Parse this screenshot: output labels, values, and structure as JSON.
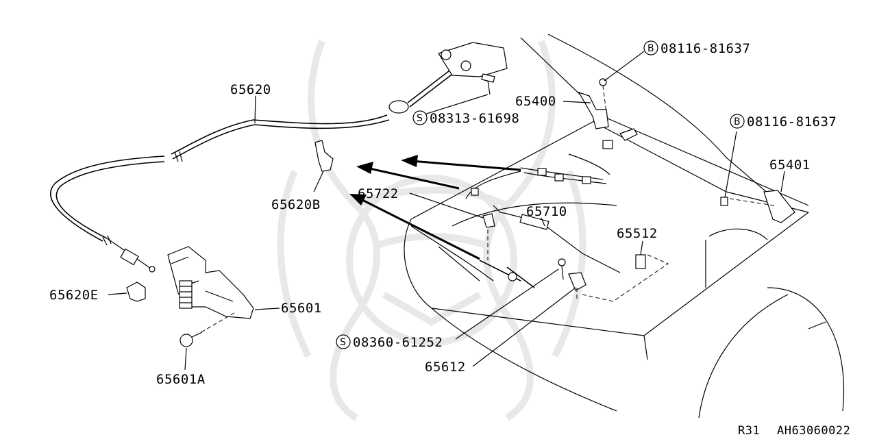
{
  "diagram": {
    "labels": {
      "p65620": "65620",
      "p65620b": "65620B",
      "p65620e": "65620E",
      "p65601": "65601",
      "p65601a": "65601A",
      "p65722": "65722",
      "p65710": "65710",
      "p65512": "65512",
      "p65400": "65400",
      "p65401": "65401",
      "p65612": "65612",
      "b1_num": "08116-81637",
      "b2_num": "08116-81637",
      "s1_num": "08313-61698",
      "s2_num": "08360-61252",
      "b_symbol": "B",
      "s_symbol": "S"
    },
    "footer": {
      "model": "R31",
      "code": "AH63060022"
    }
  },
  "colors": {
    "line": "#000000",
    "background": "#ffffff",
    "watermark": "#e8e8e8"
  }
}
